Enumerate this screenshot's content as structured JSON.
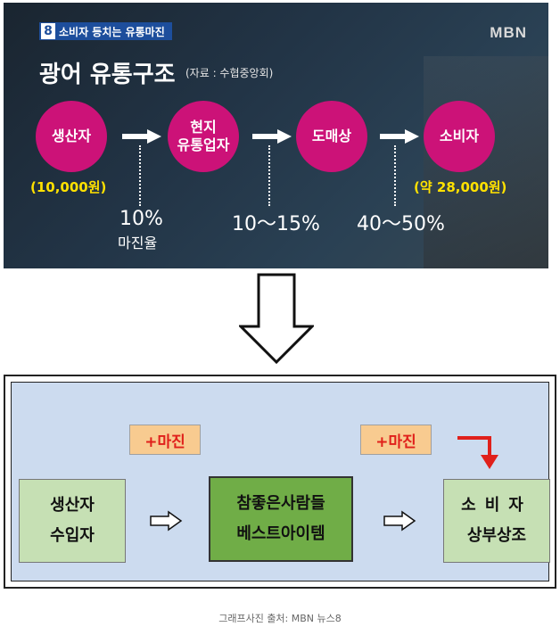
{
  "tv": {
    "news_tag_number": "8",
    "news_tag_text": "소비자 등치는 유통마진",
    "logo": "MBN",
    "title": "광어 유통구조",
    "source": "(자료 : 수협중앙회)",
    "stages": [
      {
        "line1": "생산자",
        "line2": ""
      },
      {
        "line1": "현지",
        "line2": "유통업자"
      },
      {
        "line1": "도매상",
        "line2": ""
      },
      {
        "line1": "소비자",
        "line2": ""
      }
    ],
    "producer_price": "(10,000원)",
    "consumer_price": "(약 28,000원)",
    "margins": [
      {
        "value": "10%",
        "label": "마진율"
      },
      {
        "value": "10～15%",
        "label": ""
      },
      {
        "value": "40～50%",
        "label": ""
      }
    ]
  },
  "diagram": {
    "margin_badge_1": "+마진",
    "margin_badge_2": "+마진",
    "box1_line1": "생산자",
    "box1_line2": "수입자",
    "box2_line1": "참좋은사람들",
    "box2_line2": "베스트아이템",
    "box3_line1": "소비자",
    "box3_line2": "상부상조"
  },
  "caption": "그래프사진 출처: MBN 뉴스8",
  "colors": {
    "circle": "#cc1278",
    "price": "#ffe100",
    "badge_text": "#e0201b",
    "red_arrow": "#e0201b"
  }
}
